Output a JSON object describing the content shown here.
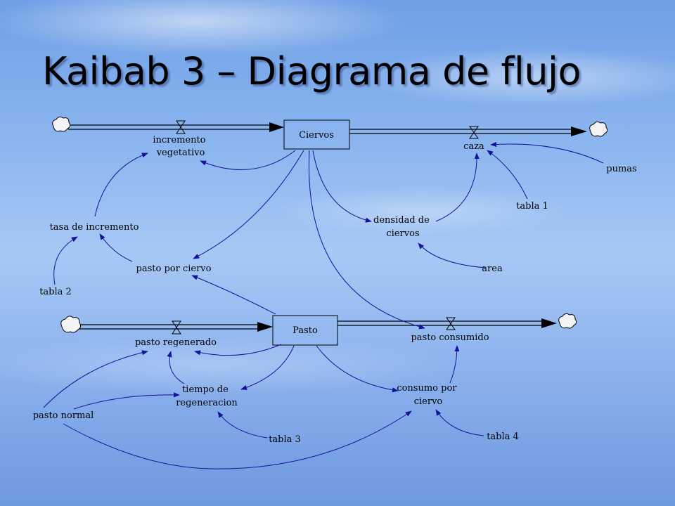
{
  "slide": {
    "title": "Kaibab 3 – Diagrama de flujo"
  },
  "diagram": {
    "stocks": [
      {
        "id": "ciervos",
        "label": "Ciervos"
      },
      {
        "id": "pasto",
        "label": "Pasto"
      }
    ],
    "flows": [
      {
        "id": "incremento_vegetativo",
        "label_lines": [
          "incremento",
          "vegetativo"
        ]
      },
      {
        "id": "caza",
        "label_lines": [
          "caza"
        ]
      },
      {
        "id": "pasto_regenerado",
        "label_lines": [
          "pasto regenerado"
        ]
      },
      {
        "id": "pasto_consumido",
        "label_lines": [
          "pasto consumido"
        ]
      }
    ],
    "variables": [
      {
        "id": "pumas",
        "label_lines": [
          "pumas"
        ]
      },
      {
        "id": "tabla_1",
        "label_lines": [
          "tabla 1"
        ]
      },
      {
        "id": "densidad",
        "label_lines": [
          "densidad de",
          "ciervos"
        ]
      },
      {
        "id": "area",
        "label_lines": [
          "area"
        ]
      },
      {
        "id": "tasa_incremento",
        "label_lines": [
          "tasa de incremento"
        ]
      },
      {
        "id": "pasto_por_ciervo",
        "label_lines": [
          "pasto por ciervo"
        ]
      },
      {
        "id": "tabla_2",
        "label_lines": [
          "tabla 2"
        ]
      },
      {
        "id": "tiempo_regeneracion",
        "label_lines": [
          "tiempo de",
          "regeneracion"
        ]
      },
      {
        "id": "consumo_por_ciervo",
        "label_lines": [
          "consumo por",
          "ciervo"
        ]
      },
      {
        "id": "pasto_normal",
        "label_lines": [
          "pasto normal"
        ]
      },
      {
        "id": "tabla_3",
        "label_lines": [
          "tabla 3"
        ]
      },
      {
        "id": "tabla_4",
        "label_lines": [
          "tabla 4"
        ]
      }
    ],
    "colors": {
      "link": "#12129a",
      "pipe": "#000000"
    }
  }
}
